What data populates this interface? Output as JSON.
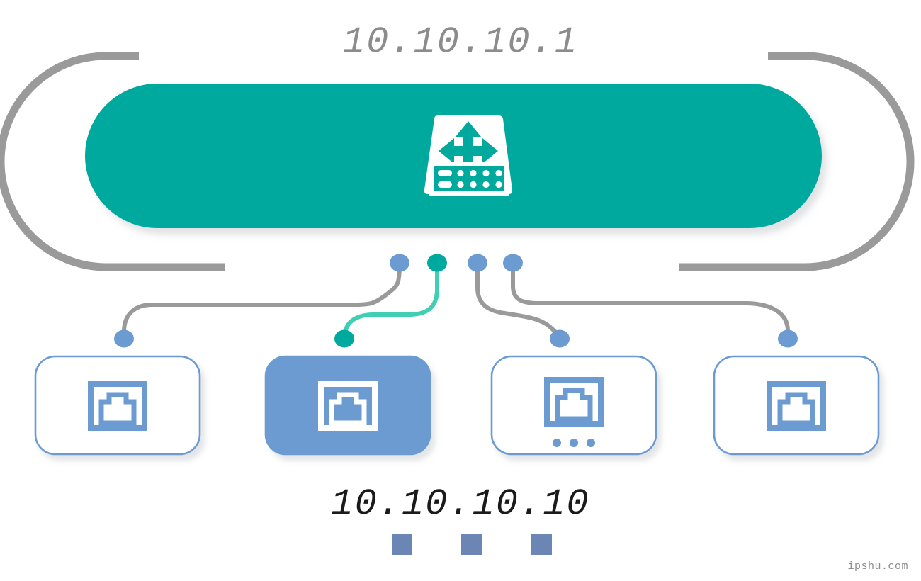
{
  "diagram": {
    "type": "network-topology",
    "title_label": "10.10.10.1",
    "host_label": "10.10.10.10",
    "watermark": "ipshu.com",
    "colors": {
      "teal": "#00a99d",
      "teal_bright": "#3fcfb4",
      "blue": "#6c9bd2",
      "blue_square": "#6b86b5",
      "gray": "#9a9a9a",
      "shadow": "#e8e9eb",
      "white": "#ffffff",
      "text_gray": "#8c8c8c",
      "text_dark": "#1a1a1a"
    },
    "switch": {
      "label": "10.10.10.1",
      "icon": "network-switch-icon",
      "ports": [
        {
          "index": 1,
          "state": "inactive",
          "color": "#6c9bd2"
        },
        {
          "index": 2,
          "state": "active",
          "color": "#00a99d"
        },
        {
          "index": 3,
          "state": "inactive",
          "color": "#6c9bd2"
        },
        {
          "index": 4,
          "state": "inactive",
          "color": "#6c9bd2"
        }
      ]
    },
    "links": [
      {
        "from_port": 1,
        "to_node": 1,
        "state": "inactive",
        "color": "#9a9a9a"
      },
      {
        "from_port": 2,
        "to_node": 2,
        "state": "active",
        "color": "#3fcfb4"
      },
      {
        "from_port": 3,
        "to_node": 3,
        "state": "inactive",
        "color": "#9a9a9a"
      },
      {
        "from_port": 4,
        "to_node": 4,
        "state": "inactive",
        "color": "#9a9a9a"
      }
    ],
    "nodes": [
      {
        "index": 1,
        "icon": "ethernet-port-icon",
        "selected": false,
        "has_more_dots": false
      },
      {
        "index": 2,
        "icon": "ethernet-port-icon",
        "selected": true,
        "has_more_dots": false,
        "label": "10.10.10.10"
      },
      {
        "index": 3,
        "icon": "ethernet-port-icon",
        "selected": false,
        "has_more_dots": true
      },
      {
        "index": 4,
        "icon": "ethernet-port-icon",
        "selected": false,
        "has_more_dots": false
      }
    ],
    "footer_squares": [
      {
        "index": 1,
        "color": "#6b86b5"
      },
      {
        "index": 2,
        "color": "#6b86b5"
      },
      {
        "index": 3,
        "color": "#6b86b5"
      }
    ]
  }
}
